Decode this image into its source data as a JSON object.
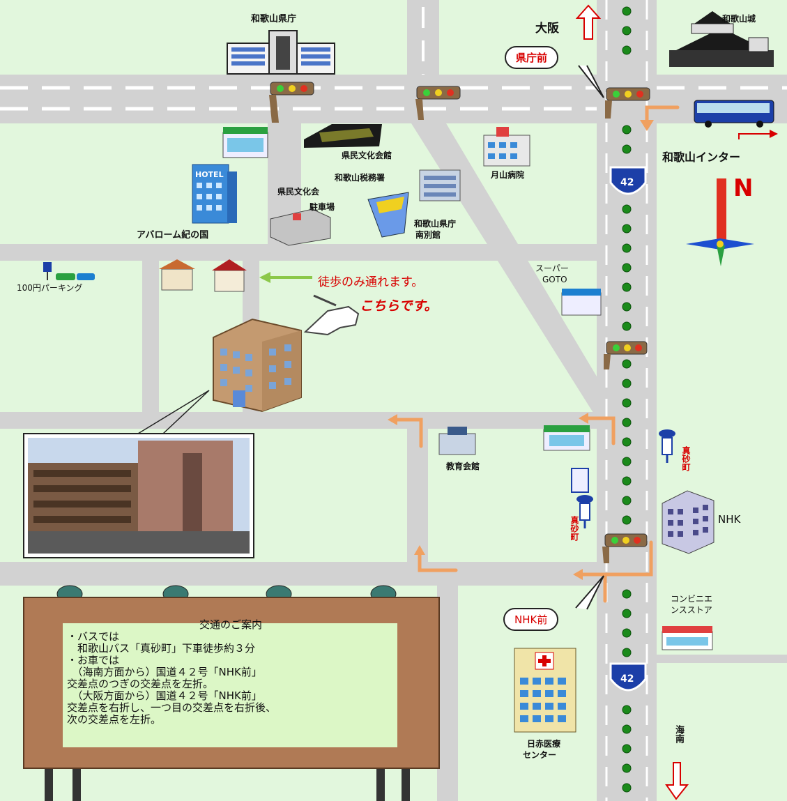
{
  "labels": {
    "prefectural_office": "和歌山県庁",
    "wakayama_castle": "和歌山城",
    "osaka": "大阪",
    "kenchomae": "県庁前",
    "wakayama_interchange": "和歌山インター",
    "kenmin_bunka_kaikan": "県民文化会館",
    "wakayama_tax_office": "和歌山税務署",
    "kenmin_bunka_parking_1": "県民文化会",
    "kenmin_bunka_parking_2": "駐車場",
    "hotel_sign": "HOTEL",
    "avalom_kinokuni": "アバローム紀の国",
    "tsukiyama_hospital": "月山病院",
    "pref_office_annex_1": "和歌山県庁",
    "pref_office_annex_2": "南別館",
    "parking_100yen": "100円パーキング",
    "walk_only": "徒歩のみ通れます。",
    "this_way": "こちらです。",
    "supermarket_1": "スーパー",
    "supermarket_2": "GOTO",
    "education_center": "教育会館",
    "masagocho_1": "真砂町",
    "masagocho_2": "真砂町",
    "nhk": "NHK",
    "nhk_mae": "NHK前",
    "convenience_1": "コンビニエ",
    "convenience_2": "ンスストア",
    "red_cross_1": "日赤医療",
    "red_cross_2": "センター",
    "kainan": "海南",
    "route_no": "42",
    "north": "N"
  },
  "guide": {
    "title": "交通のご案内",
    "line1": "・バスでは",
    "line2": "　和歌山バス「真砂町」下車徒歩約３分",
    "line3": "・お車では",
    "line4": "　（海南方面から）国道４２号「NHK前」",
    "line5": "交差点のつぎの交差点を左折。",
    "line6": "　（大阪方面から）国道４２号「NHK前」",
    "line7": "交差点を右折し、一つ目の交差点を右折後、",
    "line8": "次の交差点を左折。"
  },
  "colors": {
    "background": "#e2f7dd",
    "road": "#d2d2d2",
    "route_arrow": "#f0a060",
    "walk_arrow": "#8cc84a",
    "accent_red": "#d80000"
  }
}
